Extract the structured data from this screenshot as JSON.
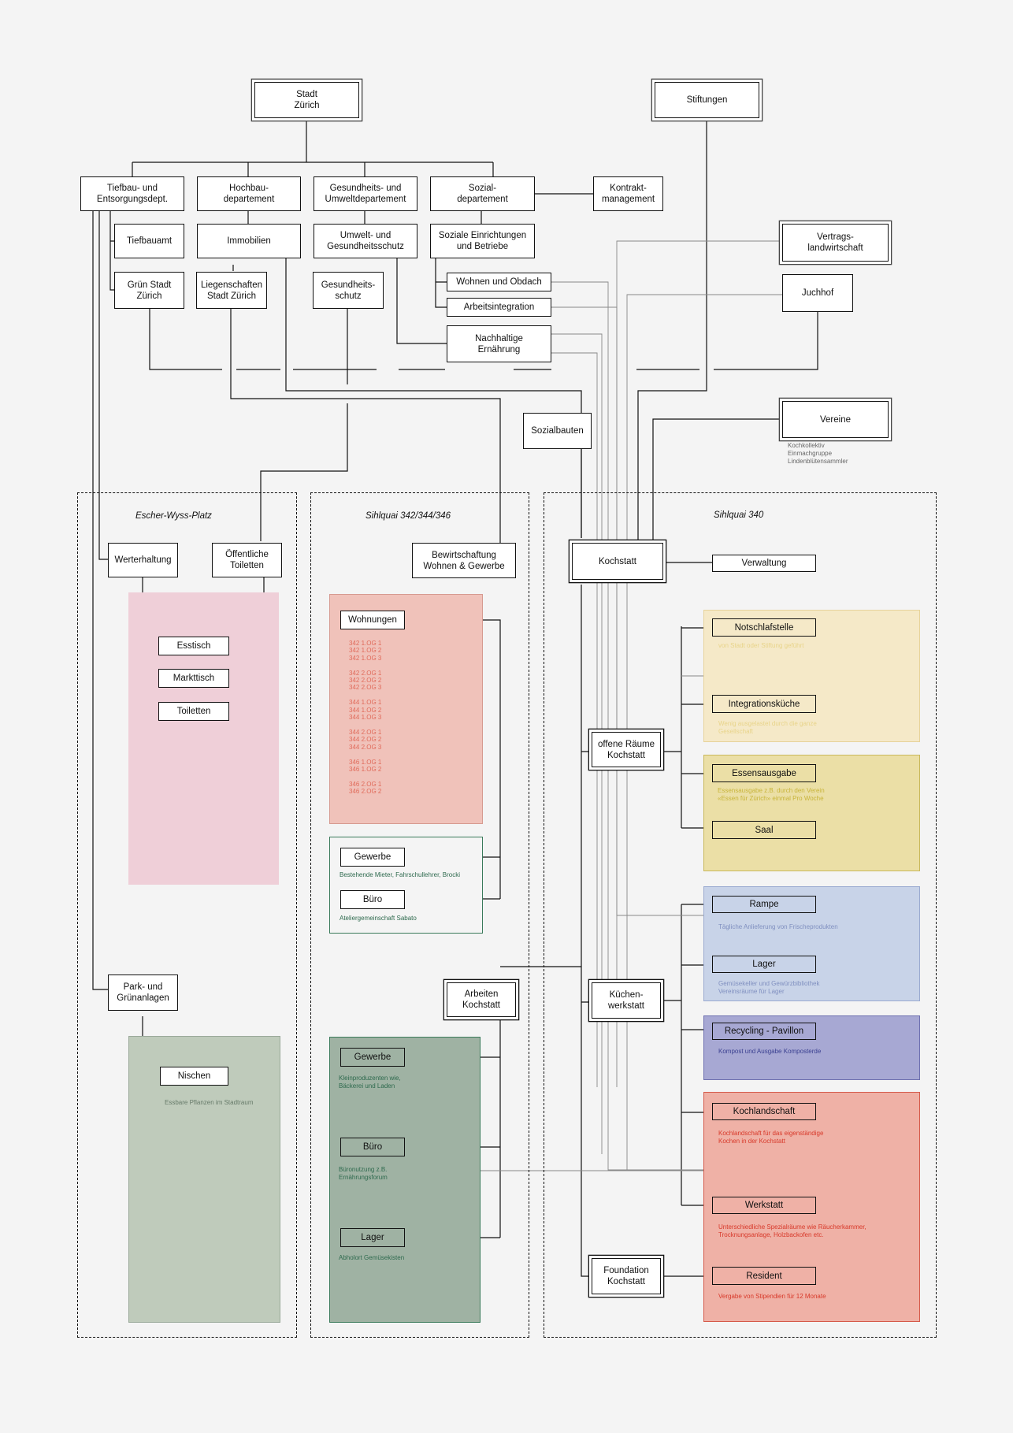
{
  "colors": {
    "pink": "#efcfd8",
    "salmon": "#f0c2ba",
    "sage": "#bfcbbb",
    "sage_dark": "#9fb2a3",
    "yellow_light": "#f5e9c8",
    "yellow": "#ebdfa6",
    "blue_light": "#c8d3e8",
    "blue": "#a7a8d3",
    "red_light": "#efb1a6",
    "note_red": "#e06a5a",
    "note_green": "#2e6a4e",
    "note_gray": "#666666",
    "note_yellow": "#c8b43a",
    "note_blue": "#5a63b0"
  },
  "top": {
    "stadt_zurich": "Stadt\nZürich",
    "stiftungen": "Stiftungen"
  },
  "departments": {
    "tiefbau": "Tiefbau- und\nEntsorgungsdept.",
    "hochbau": "Hochbau-\ndepartement",
    "gesundheit": "Gesundheits- und\nUmweltdepartement",
    "sozial": "Sozial-\ndepartement",
    "kontrakt": "Kontrakt-\nmanagement"
  },
  "units": {
    "tiefbauamt": "Tiefbauamt",
    "gruen_stadt": "Grün Stadt\nZürich",
    "immobilien": "Immobilien",
    "liegenschaften": "Liegenschaften\nStadt Zürich",
    "umwelt_gesundheitsschutz": "Umwelt- und\nGesundheitsschutz",
    "gesundheitsschutz": "Gesundheits-\nschutz",
    "soziale_einrichtungen": "Soziale Einrichtungen\nund Betriebe",
    "wohnen_obdach": "Wohnen und Obdach",
    "arbeitsintegration": "Arbeitsintegration",
    "nachhaltige_ernaehrung": "Nachhaltige\nErnährung",
    "sozialbauten": "Sozialbauten"
  },
  "partners": {
    "vertragslandwirtschaft": "Vertrags-\nlandwirtschaft",
    "juchhof": "Juchhof",
    "vereine": "Vereine",
    "vereine_note": "Kochkollektiv\nEinmachgruppe\nLindenblütensammler"
  },
  "zones": {
    "escher": "Escher-Wyss-Platz",
    "sihlquai_342": "Sihlquai 342/344/346",
    "sihlquai_340": "Sihlquai 340"
  },
  "escher": {
    "werterhaltung": "Werterhaltung",
    "toiletten_public": "Öffentliche\nToiletten",
    "esstisch": "Esstisch",
    "markttisch": "Markttisch",
    "toiletten": "Toiletten",
    "park": "Park- und\nGrünanlagen",
    "nischen": "Nischen",
    "nischen_note": "Essbare Pflanzen im Stadtraum"
  },
  "sihlquai342": {
    "bewirtschaftung": "Bewirtschaftung\nWohnen & Gewerbe",
    "wohnungen": "Wohnungen",
    "wohnungen_list": "342 1.OG 1\n342 1.OG 2\n342 1.OG 3\n\n342 2.OG 1\n342 2.OG 2\n342 2.OG 3\n\n344 1.OG 1\n344 1.OG 2\n344 1.OG 3\n\n344 2.OG 1\n344 2.OG 2\n344 2.OG 3\n\n346 1.OG 1\n346 1.OG 2\n\n346 2.OG 1\n346 2.OG 2",
    "gewerbe": "Gewerbe",
    "gewerbe_note": "Bestehende Mieter, Fahrschullehrer, Brocki",
    "buero": "Büro",
    "buero_note": "Ateliergemeinschaft Sabato",
    "arbeiten_kochstatt": "Arbeiten\nKochstatt",
    "gewerbe2": "Gewerbe",
    "gewerbe2_note": "Kleinproduzenten wie,\nBäckerei und Laden",
    "buero2": "Büro",
    "buero2_note": "Büronutzung z.B.\nErnährungsforum",
    "lager2": "Lager",
    "lager2_note": "Abholort Gemüsekisten"
  },
  "sihlquai340": {
    "kochstatt": "Kochstatt",
    "verwaltung": "Verwaltung",
    "offene_raeume": "offene Räume\nKochstatt",
    "notschlafstelle": "Notschlafstelle",
    "notschlafstelle_note": "von Stadt oder Stiftung geführt",
    "integrationskueche": "Integrationsküche",
    "integrationskueche_note": "Wenig ausgelastet durch die ganze\nGesellschaft",
    "essensausgabe": "Essensausgabe",
    "essensausgabe_note": "Essensausgabe z.B. durch den Verein\n«Essen für Zürich» einmal Pro Woche",
    "saal": "Saal",
    "kuechenwerkstatt": "Küchen-\nwerkstatt",
    "rampe": "Rampe",
    "rampe_note": "Tägliche Anlieferung von Frischeprodukten",
    "lager": "Lager",
    "lager_note": "Gemüsekeller und Gewürzbibliothek\nVereinsräume für Lager",
    "recycling": "Recycling - Pavillon",
    "recycling_note": "Kompost und Ausgabe Komposterde",
    "kochlandschaft": "Kochlandschaft",
    "kochlandschaft_note": "Kochlandschaft für das eigenständige\nKochen in der Kochstatt",
    "werkstatt": "Werkstatt",
    "werkstatt_note": "Unterschiedliche Spezialräume wie Räucherkammer,\nTrocknungsanlage, Holzbackofen etc.",
    "foundation": "Foundation\nKochstatt",
    "resident": "Resident",
    "resident_note": "Vergabe von Stipendien für 12 Monate"
  }
}
